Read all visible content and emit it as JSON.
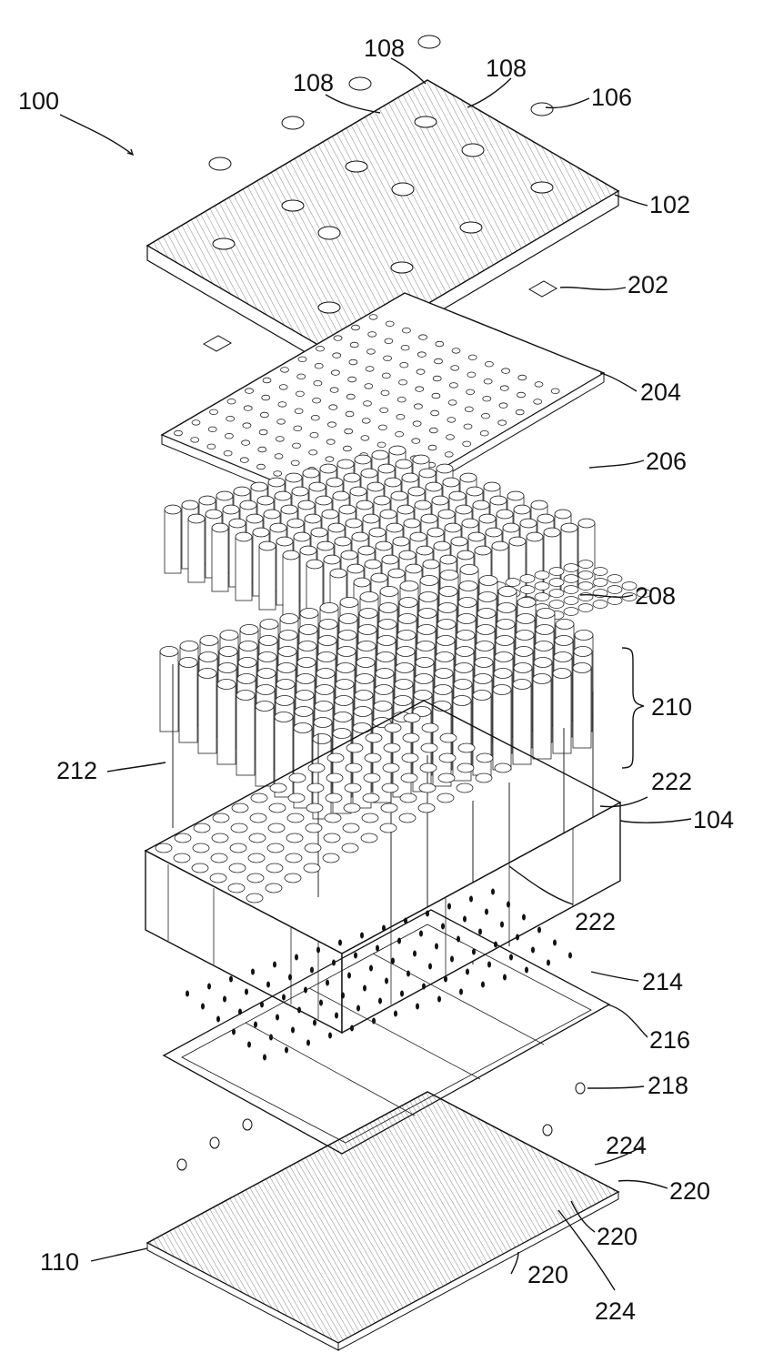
{
  "figure": {
    "assembly_label": "100",
    "callouts": [
      {
        "key": "c108a",
        "text": "108"
      },
      {
        "key": "c108b",
        "text": "108"
      },
      {
        "key": "c108c",
        "text": "108"
      },
      {
        "key": "c106",
        "text": "106"
      },
      {
        "key": "c102",
        "text": "102"
      },
      {
        "key": "c202",
        "text": "202"
      },
      {
        "key": "c204",
        "text": "204"
      },
      {
        "key": "c206",
        "text": "206"
      },
      {
        "key": "c208",
        "text": "208"
      },
      {
        "key": "c210",
        "text": "210"
      },
      {
        "key": "c212",
        "text": "212"
      },
      {
        "key": "c222a",
        "text": "222"
      },
      {
        "key": "c104",
        "text": "104"
      },
      {
        "key": "c222b",
        "text": "222"
      },
      {
        "key": "c214",
        "text": "214"
      },
      {
        "key": "c216",
        "text": "216"
      },
      {
        "key": "c218",
        "text": "218"
      },
      {
        "key": "c224a",
        "text": "224"
      },
      {
        "key": "c220a",
        "text": "220"
      },
      {
        "key": "c220b",
        "text": "220"
      },
      {
        "key": "c110",
        "text": "110"
      },
      {
        "key": "c220c",
        "text": "220"
      },
      {
        "key": "c224b",
        "text": "224"
      }
    ]
  }
}
